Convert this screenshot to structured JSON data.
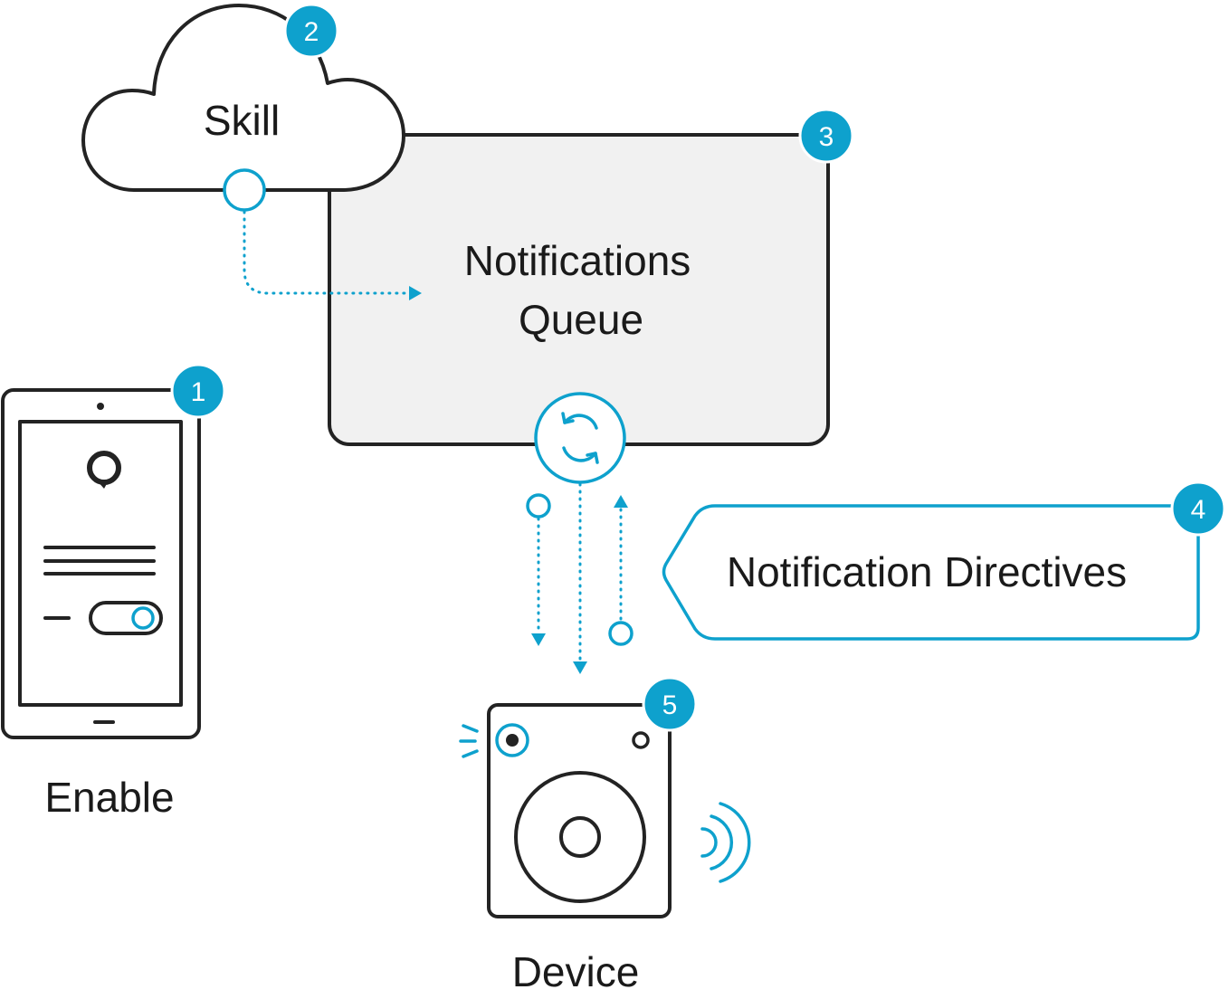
{
  "colors": {
    "accent": "#0ea1cd",
    "outline": "#232323",
    "queue_fill": "#f1f1f1",
    "badge_text": "#ffffff"
  },
  "nodes": {
    "skill": {
      "label": "Skill",
      "badge": "2"
    },
    "queue": {
      "label_line1": "Notifications",
      "label_line2": "Queue",
      "badge": "3",
      "icon": "sync-icon"
    },
    "enable": {
      "label": "Enable",
      "badge": "1",
      "icon": "tablet-icon"
    },
    "directives": {
      "label": "Notification Directives",
      "badge": "4"
    },
    "device": {
      "label": "Device",
      "badge": "5",
      "icon": "speaker-device-icon"
    }
  }
}
